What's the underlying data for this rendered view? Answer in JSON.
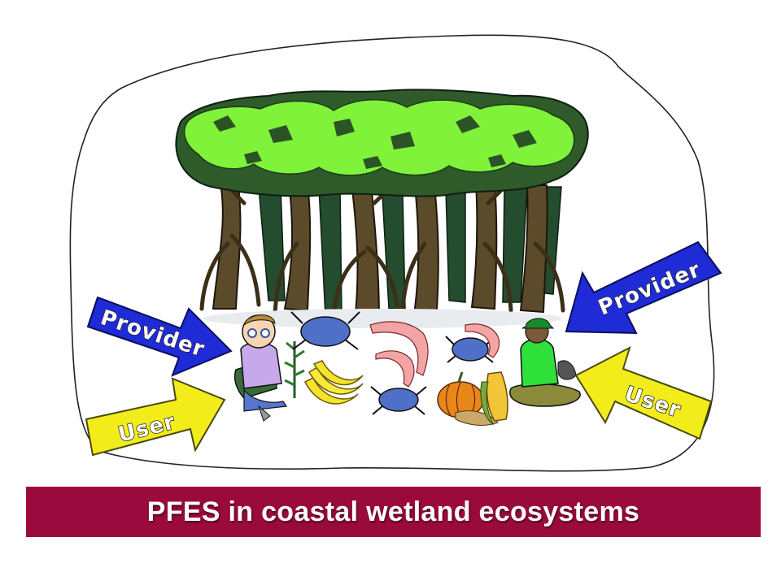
{
  "colors": {
    "provider_arrow": "#1f2bd6",
    "user_arrow": "#f2ec1a",
    "banner": "#9b0a3c",
    "canopy_light": "#7ef23a",
    "canopy_dark": "#1f4d2a",
    "trunk": "#5a4a2a"
  },
  "labels": {
    "provider_left": "Provider",
    "provider_right": "Provider",
    "user_left": "User",
    "user_right": "User"
  },
  "banner": {
    "title": "PFES in coastal wetland ecosystems"
  },
  "icons": [
    "mangrove-forest",
    "child-planting-icon",
    "seedling-icon",
    "banana-icon",
    "crab-icon",
    "shrimp-icon",
    "pumpkin-icon",
    "corn-icon",
    "farmer-icon"
  ]
}
